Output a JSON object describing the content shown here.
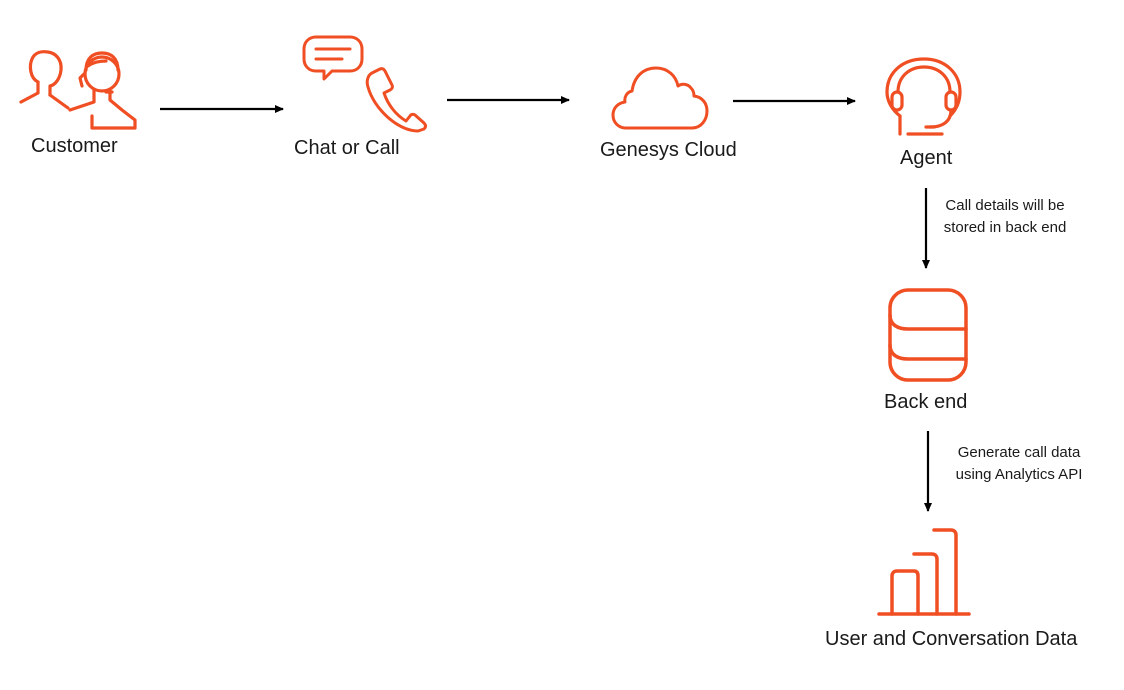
{
  "diagram": {
    "accent_color": "#f04e23",
    "nodes": [
      {
        "id": "customer",
        "label": "Customer",
        "icon": "customer-people-icon"
      },
      {
        "id": "chat_call",
        "label": "Chat or Call",
        "icon": "chat-phone-icon"
      },
      {
        "id": "genesys",
        "label": "Genesys Cloud",
        "icon": "cloud-icon"
      },
      {
        "id": "agent",
        "label": "Agent",
        "icon": "headset-agent-icon"
      },
      {
        "id": "backend",
        "label": "Back end",
        "icon": "database-icon"
      },
      {
        "id": "data",
        "label": "User and Conversation Data",
        "icon": "bar-chart-icon"
      }
    ],
    "edges": [
      {
        "from": "customer",
        "to": "chat_call",
        "label": ""
      },
      {
        "from": "chat_call",
        "to": "genesys",
        "label": ""
      },
      {
        "from": "genesys",
        "to": "agent",
        "label": ""
      },
      {
        "from": "agent",
        "to": "backend",
        "label_line1": "Call details will be",
        "label_line2": "stored in back end"
      },
      {
        "from": "backend",
        "to": "data",
        "label_line1": "Generate call data",
        "label_line2": "using Analytics API"
      }
    ]
  }
}
